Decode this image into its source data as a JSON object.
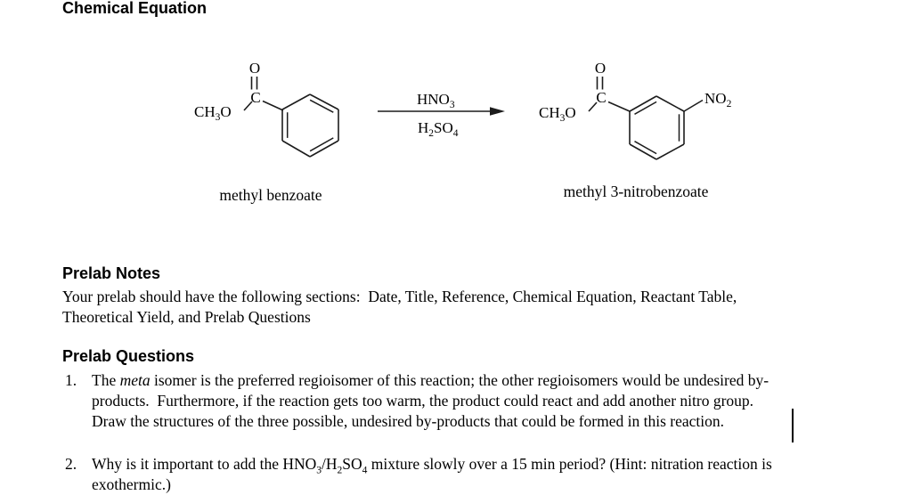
{
  "headings": {
    "equation": "Chemical Equation",
    "notes": "Prelab Notes",
    "questions": "Prelab Questions"
  },
  "equation": {
    "reactant": {
      "methoxy_base": "CH",
      "methoxy_sub": "3",
      "methoxy_o": "O",
      "carbonyl_c": "C",
      "carbonyl_o": "O",
      "label": "methyl benzoate"
    },
    "reagents": {
      "top_base": "HNO",
      "top_sub": "3",
      "bottom_h": "H",
      "bottom_h_sub": "2",
      "bottom_so": "SO",
      "bottom_so_sub": "4"
    },
    "product": {
      "methoxy_base": "CH",
      "methoxy_sub": "3",
      "methoxy_o": "O",
      "carbonyl_c": "C",
      "carbonyl_o": "O",
      "nitro_base": "NO",
      "nitro_sub": "2",
      "label": "methyl 3-nitrobenzoate"
    }
  },
  "notes": {
    "line1": "Your prelab should have the following sections:  Date, Title, Reference, Chemical Equation, Reactant Table,",
    "line2": "Theoretical Yield, and Prelab Questions"
  },
  "questions": {
    "q1_number": "1.",
    "q1_line1_pre": "The ",
    "q1_line1_italic": "meta",
    "q1_line1_post": " isomer is the preferred regioisomer of this reaction; the other regioisomers would be undesired by-",
    "q1_line2": "products.  Furthermore, if the reaction gets too warm, the product could react and add another nitro group.",
    "q1_line3": "Draw the structures of the three possible, undesired by-products that could be formed in this reaction.",
    "q2_number": "2.",
    "q2_line1_s1": "Why is it important to add the HNO",
    "q2_line1_sub1": "3",
    "q2_line1_s2": "/H",
    "q2_line1_sub2": "2",
    "q2_line1_s3": "SO",
    "q2_line1_sub3": "4",
    "q2_line1_s4": " mixture slowly over a 15 min period? (Hint: nitration reaction is",
    "q2_line2": "exothermic.)"
  }
}
